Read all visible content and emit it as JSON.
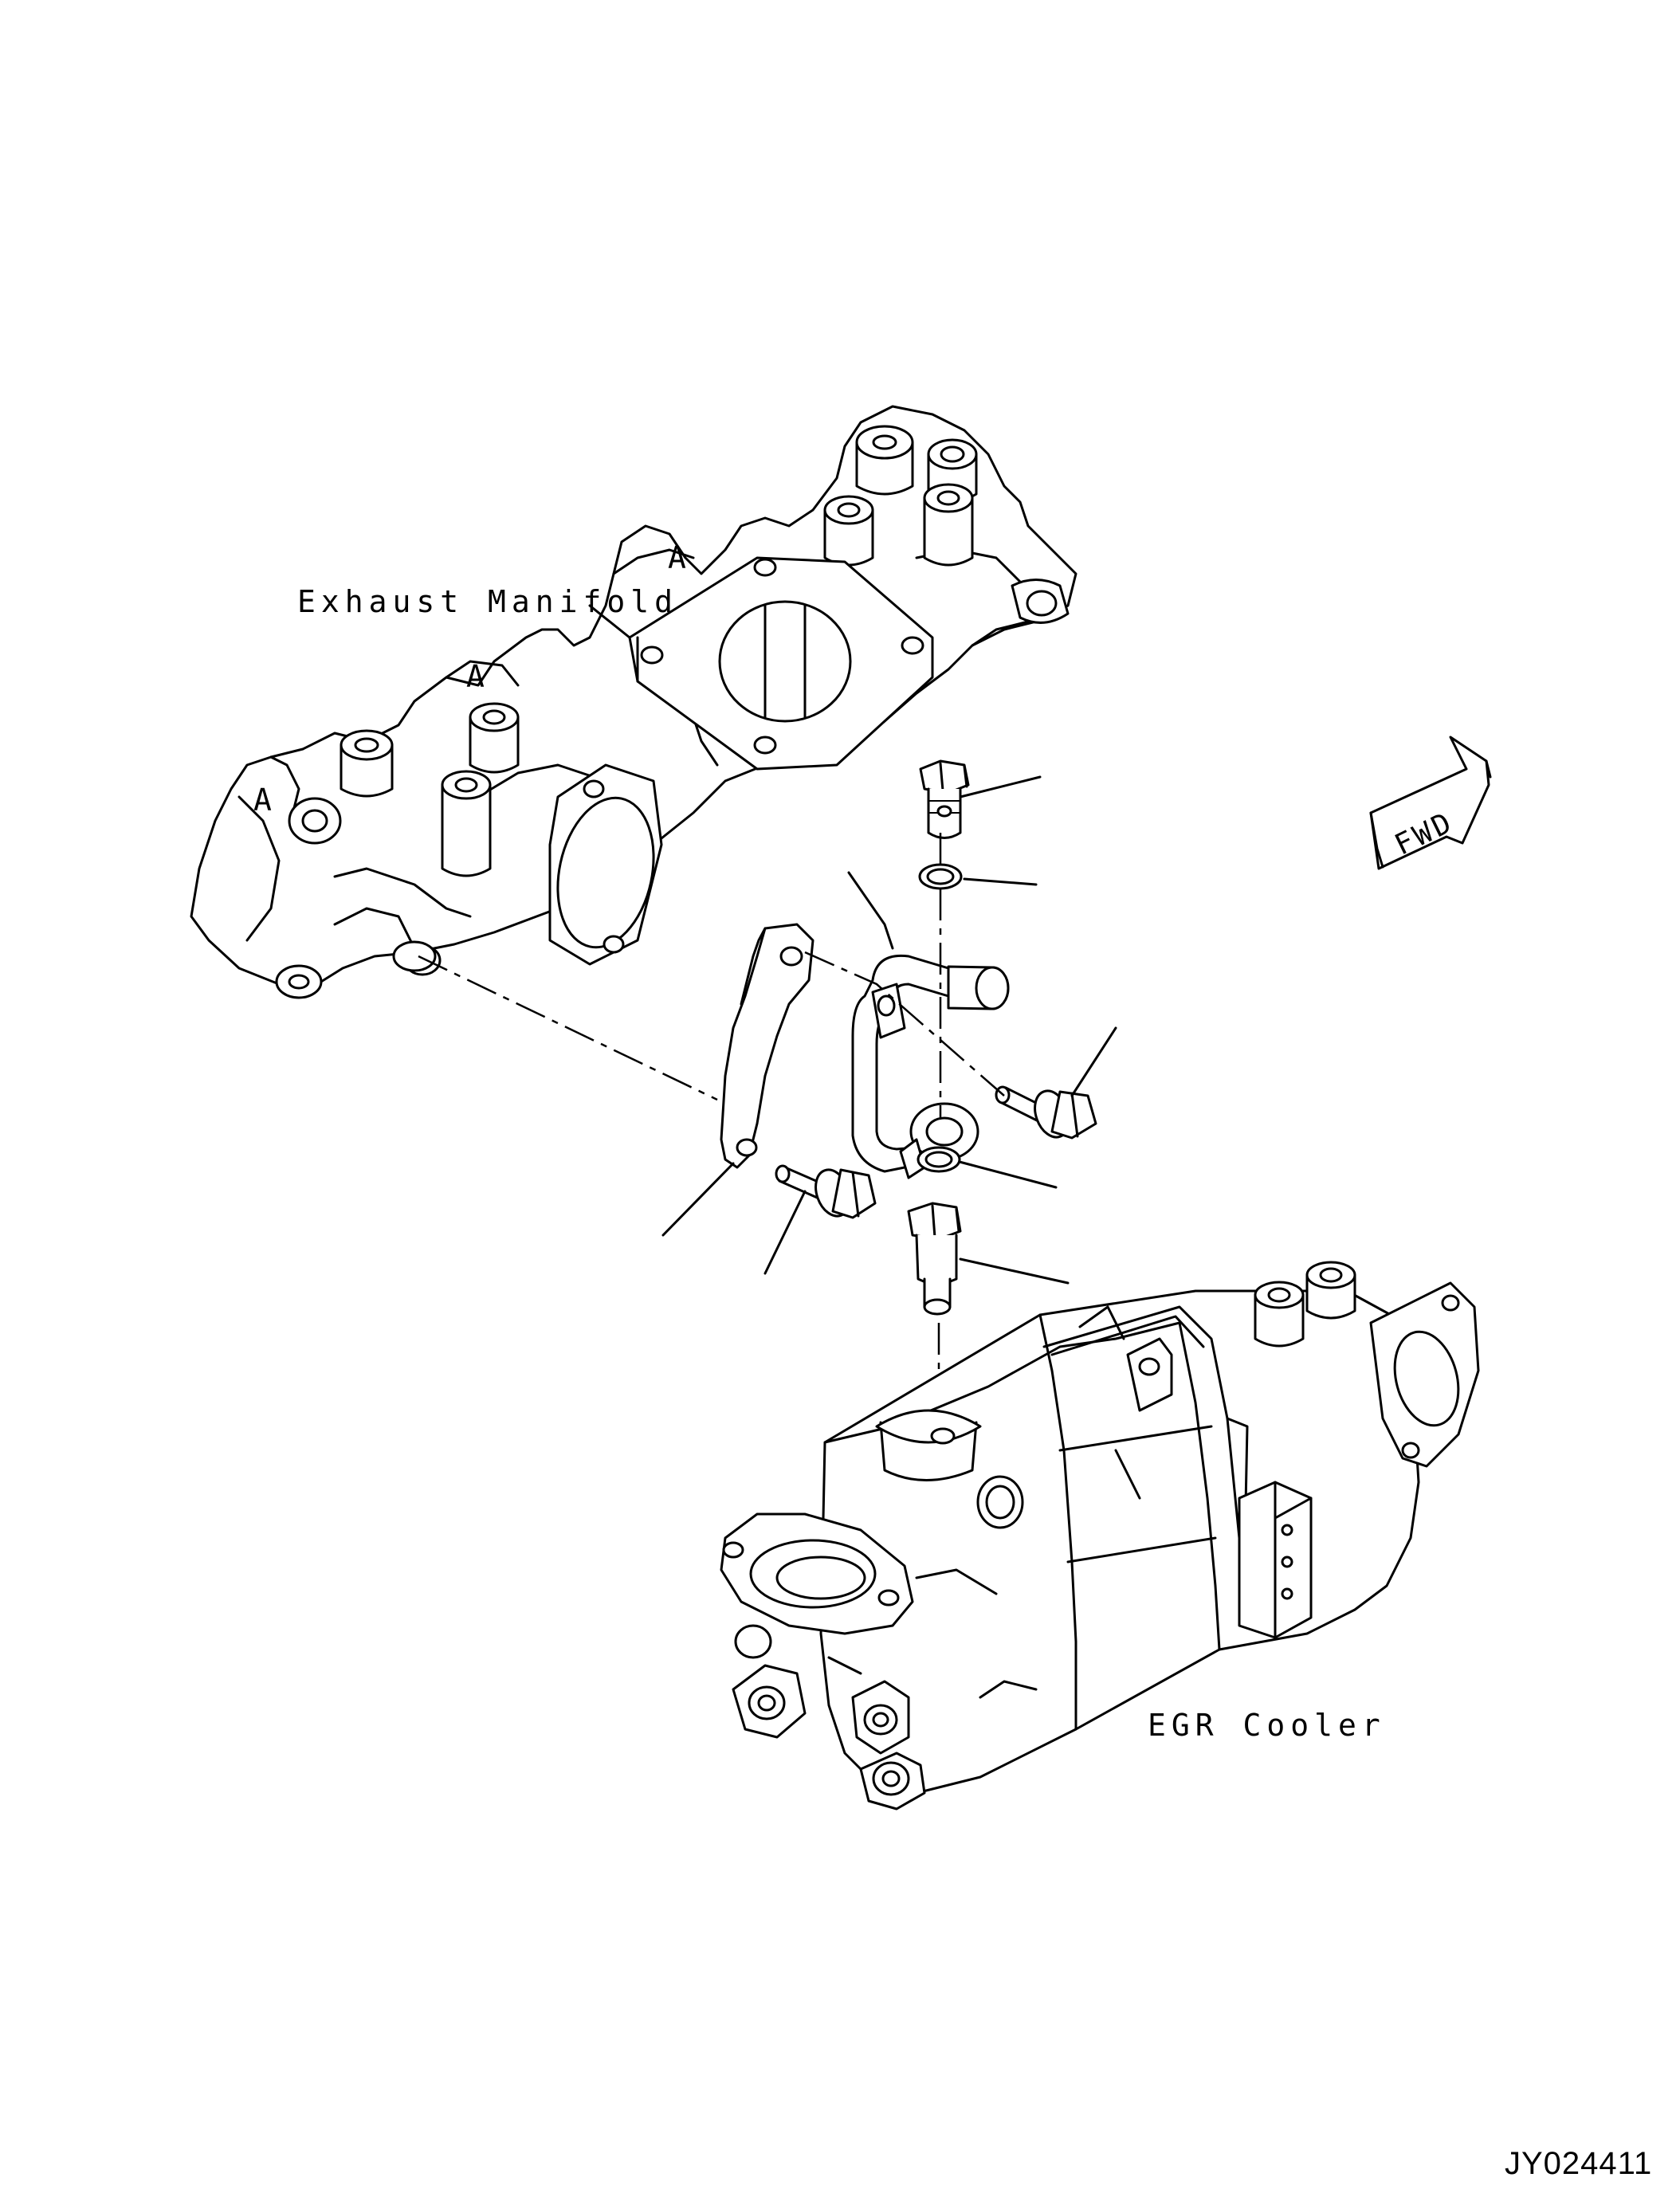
{
  "labels": {
    "exhaust_manifold": "Exhaust Manifold",
    "egr_cooler": "EGR Cooler",
    "fwd": "FWD",
    "drawing_code": "JY024411",
    "manifold_casting_mark": "A"
  }
}
